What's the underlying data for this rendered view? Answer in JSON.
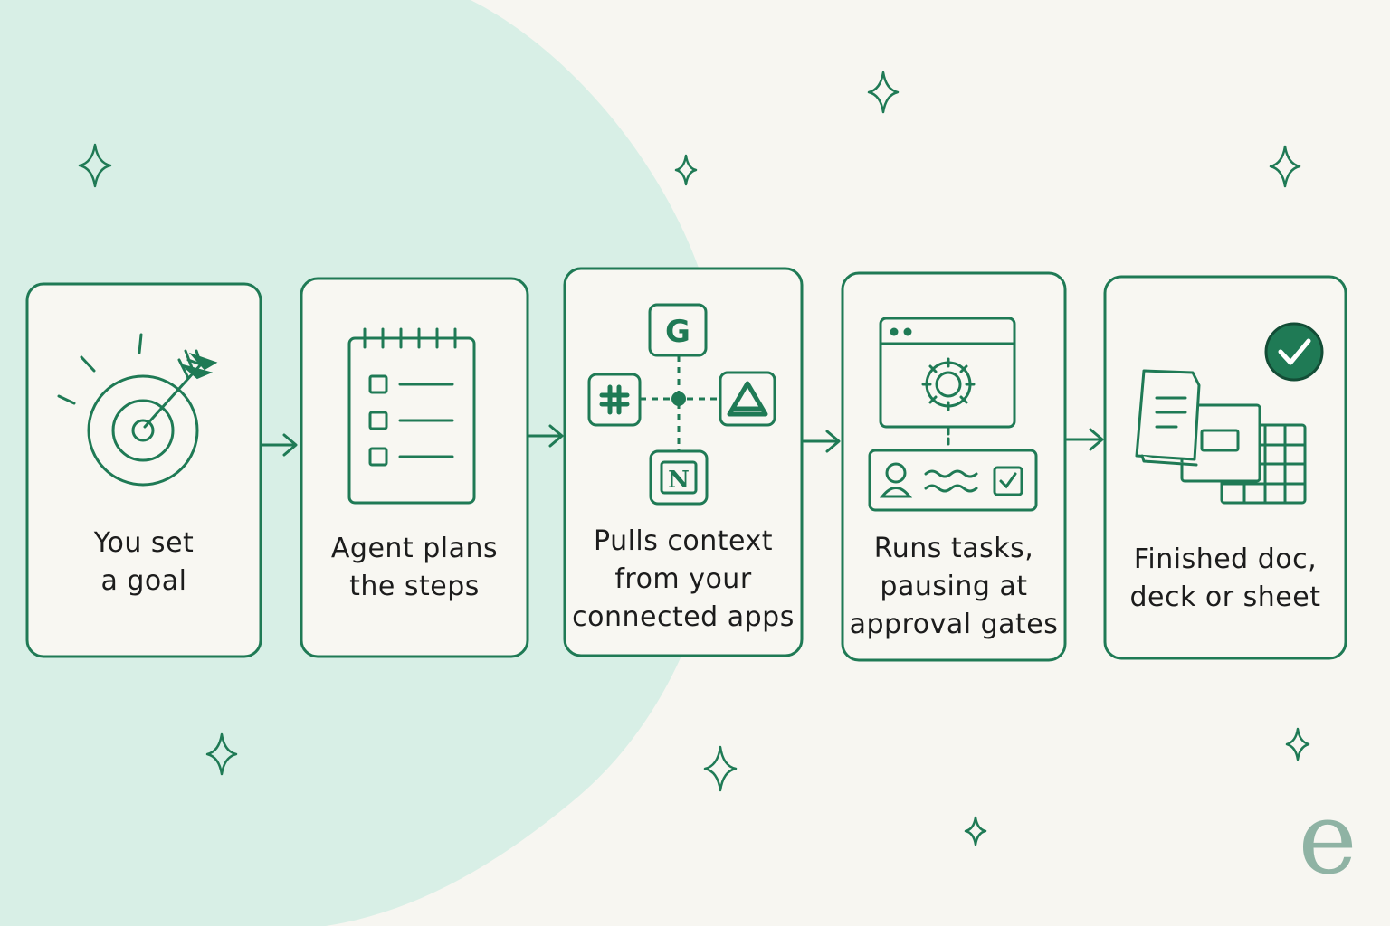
{
  "colors": {
    "stroke": "#1f7a55",
    "accent": "#1f7a55",
    "blob": "#d8efe6",
    "background": "#f7f6f1",
    "card_fill": "#f8f7f2",
    "text": "#1c1c1c",
    "brand": "#8fb3a4"
  },
  "steps": [
    {
      "label": "You set\na goal",
      "icon": "target-with-arrow-icon"
    },
    {
      "label": "Agent plans\nthe steps",
      "icon": "checklist-notepad-icon"
    },
    {
      "label": "Pulls context\nfrom your\nconnected apps",
      "icon": "connected-apps-hub-icon"
    },
    {
      "label": "Runs tasks,\npausing at\napproval gates",
      "icon": "task-runner-approval-icon"
    },
    {
      "label": "Finished doc,\ndeck or sheet",
      "icon": "finished-files-check-icon"
    }
  ],
  "apps": {
    "google": "G",
    "notion": "N"
  },
  "brand": {
    "mark": "e"
  }
}
